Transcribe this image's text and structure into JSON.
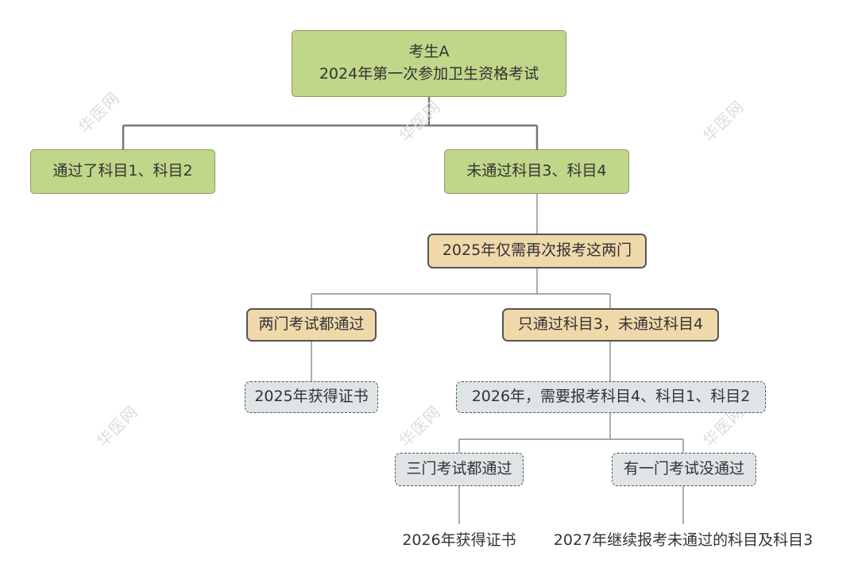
{
  "nodes": {
    "root_line1": "考生A",
    "root_line2": "2024年第一次参加卫生资格考试",
    "passed": "通过了科目1、科目2",
    "failed": "未通过科目3、科目4",
    "retake_2025": "2025年仅需再次报考这两门",
    "both_pass": "两门考试都通过",
    "cert_2025": "2025年获得证书",
    "only_subject3": "只通过科目3，未通过科目4",
    "plan_2026": "2026年，需要报考科目4、科目1、科目2",
    "three_pass": "三门考试都通过",
    "one_failed": "有一门考试没通过",
    "cert_2026": "2026年获得证书",
    "continue_2027": "2027年继续报考未通过的科目及科目3"
  },
  "watermark": "华医网",
  "colors": {
    "green_fill": "#c0d689",
    "tan_fill": "#efd9ab",
    "grey_fill": "#dfe5e7",
    "connector": "#777777"
  }
}
